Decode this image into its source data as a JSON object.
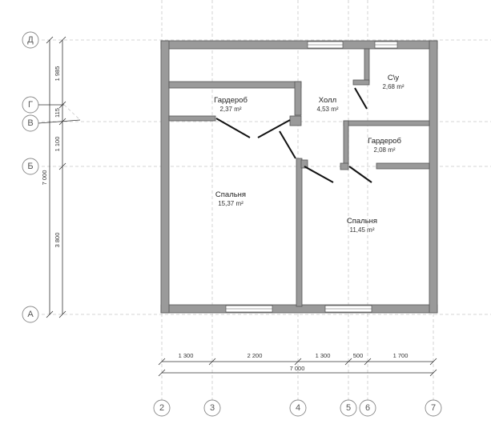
{
  "axes_letters": [
    "Д",
    "Г",
    "В",
    "Б",
    "А"
  ],
  "axes_numbers": [
    "2",
    "3",
    "4",
    "5",
    "6",
    "7"
  ],
  "rooms": [
    {
      "name": "Гардероб",
      "area": "2,37 m²"
    },
    {
      "name": "Холл",
      "area": "4,53 m²"
    },
    {
      "name": "С\\у",
      "area": "2,68 m²"
    },
    {
      "name": "Гардероб",
      "area": "2,08 m²"
    },
    {
      "name": "Спальня",
      "area": "15,37 m²"
    },
    {
      "name": "Спальня",
      "area": "11,45 m²"
    }
  ],
  "dims_bottom": [
    "1 300",
    "2 200",
    "1 300",
    "500",
    "1 700"
  ],
  "dim_total": "7 000",
  "dims_left": [
    "1 985",
    "115",
    "1 100",
    "3 800"
  ],
  "dim_left_total": "7 000"
}
